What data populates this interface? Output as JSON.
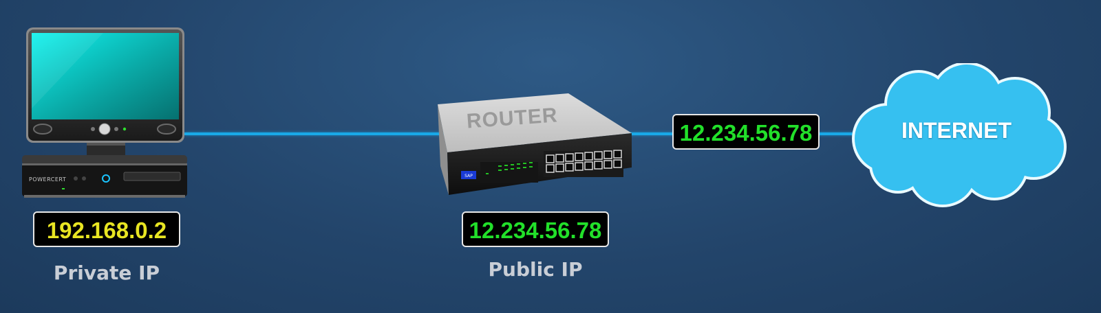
{
  "computer": {
    "brand_label": "POWERCERT",
    "ip_value": "192.168.0.2",
    "caption": "Private IP"
  },
  "router": {
    "label": "ROUTER",
    "ip_value": "12.234.56.78",
    "caption": "Public IP"
  },
  "wan_link": {
    "ip_value": "12.234.56.78"
  },
  "cloud": {
    "label": "INTERNET"
  },
  "colors": {
    "cable": "#19a9e8",
    "private_ip_text": "#e8e522",
    "public_ip_text": "#22e02a",
    "cloud_fill": "#36c0f0"
  }
}
